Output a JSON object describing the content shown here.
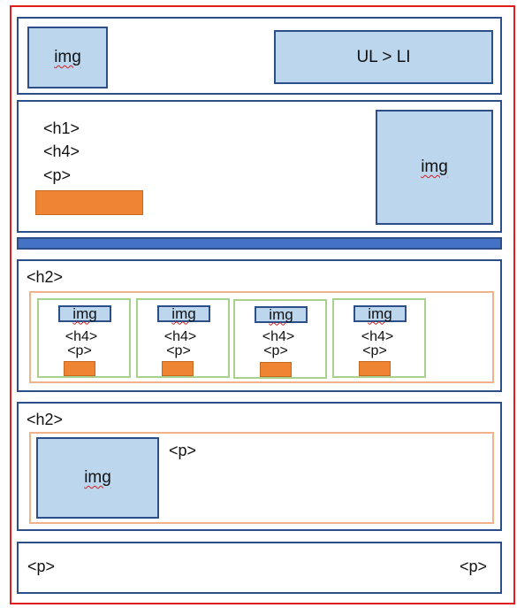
{
  "header": {
    "logo_img": "img",
    "nav": "UL > LI"
  },
  "hero": {
    "h1": "<h1>",
    "h4": "<h4>",
    "p": "<p>",
    "img": "img"
  },
  "cards_section": {
    "title": "<h2>",
    "cards": [
      {
        "img": "img",
        "h4": "<h4>",
        "p": "<p>"
      },
      {
        "img": "img",
        "h4": "<h4>",
        "p": "<p>"
      },
      {
        "img": "img",
        "h4": "<h4>",
        "p": "<p>"
      },
      {
        "img": "img",
        "h4": "<h4>",
        "p": "<p>"
      }
    ]
  },
  "feature_section": {
    "title": "<h2>",
    "img": "img",
    "p": "<p>"
  },
  "footer": {
    "left_p": "<p>",
    "right_p": "<p>"
  },
  "colors": {
    "outer_border": "#e01b1b",
    "section_border": "#2c4f8a",
    "image_fill": "#bcd6ee",
    "button_fill": "#ef8533",
    "divider_fill": "#4472c4",
    "container_border": "#f2b28c",
    "card_border": "#a9d18e"
  }
}
